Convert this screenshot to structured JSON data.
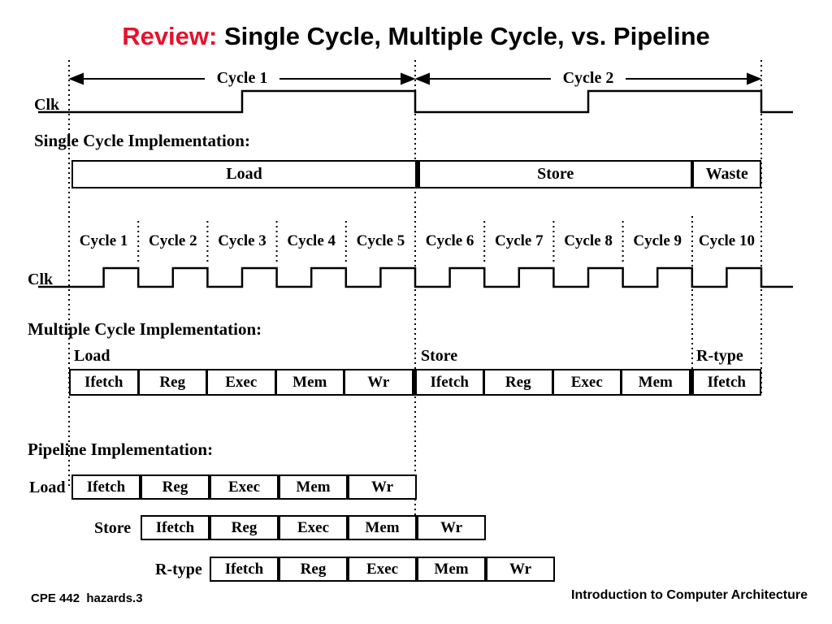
{
  "title": {
    "highlight": "Review:",
    "rest": " Single Cycle, Multiple Cycle, vs. Pipeline"
  },
  "colors": {
    "accent_red": "#e8112d"
  },
  "top_clock": {
    "cycle1_label": "Cycle 1",
    "cycle2_label": "Cycle 2",
    "clk_label": "Clk"
  },
  "single_cycle": {
    "heading": "Single Cycle Implementation:",
    "segments": [
      "Load",
      "Store",
      "Waste"
    ]
  },
  "cycle_ruler": {
    "labels": [
      "Cycle 1",
      "Cycle 2",
      "Cycle 3",
      "Cycle 4",
      "Cycle 5",
      "Cycle 6",
      "Cycle 7",
      "Cycle 8",
      "Cycle 9",
      "Cycle 10"
    ],
    "clk_label": "Clk"
  },
  "multiple_cycle": {
    "heading": "Multiple Cycle Implementation:",
    "instr_labels": [
      "Load",
      "Store",
      "R-type"
    ],
    "stages": [
      "Ifetch",
      "Reg",
      "Exec",
      "Mem",
      "Wr",
      "Ifetch",
      "Reg",
      "Exec",
      "Mem",
      "Ifetch"
    ]
  },
  "pipeline": {
    "heading": "Pipeline Implementation:",
    "rows": [
      {
        "label": "Load",
        "stages": [
          "Ifetch",
          "Reg",
          "Exec",
          "Mem",
          "Wr"
        ]
      },
      {
        "label": "Store",
        "stages": [
          "Ifetch",
          "Reg",
          "Exec",
          "Mem",
          "Wr"
        ]
      },
      {
        "label": "R-type",
        "stages": [
          "Ifetch",
          "Reg",
          "Exec",
          "Mem",
          "Wr"
        ]
      }
    ]
  },
  "footer": {
    "left": "CPE 442  hazards.3",
    "right": "Introduction to Computer Architecture"
  }
}
